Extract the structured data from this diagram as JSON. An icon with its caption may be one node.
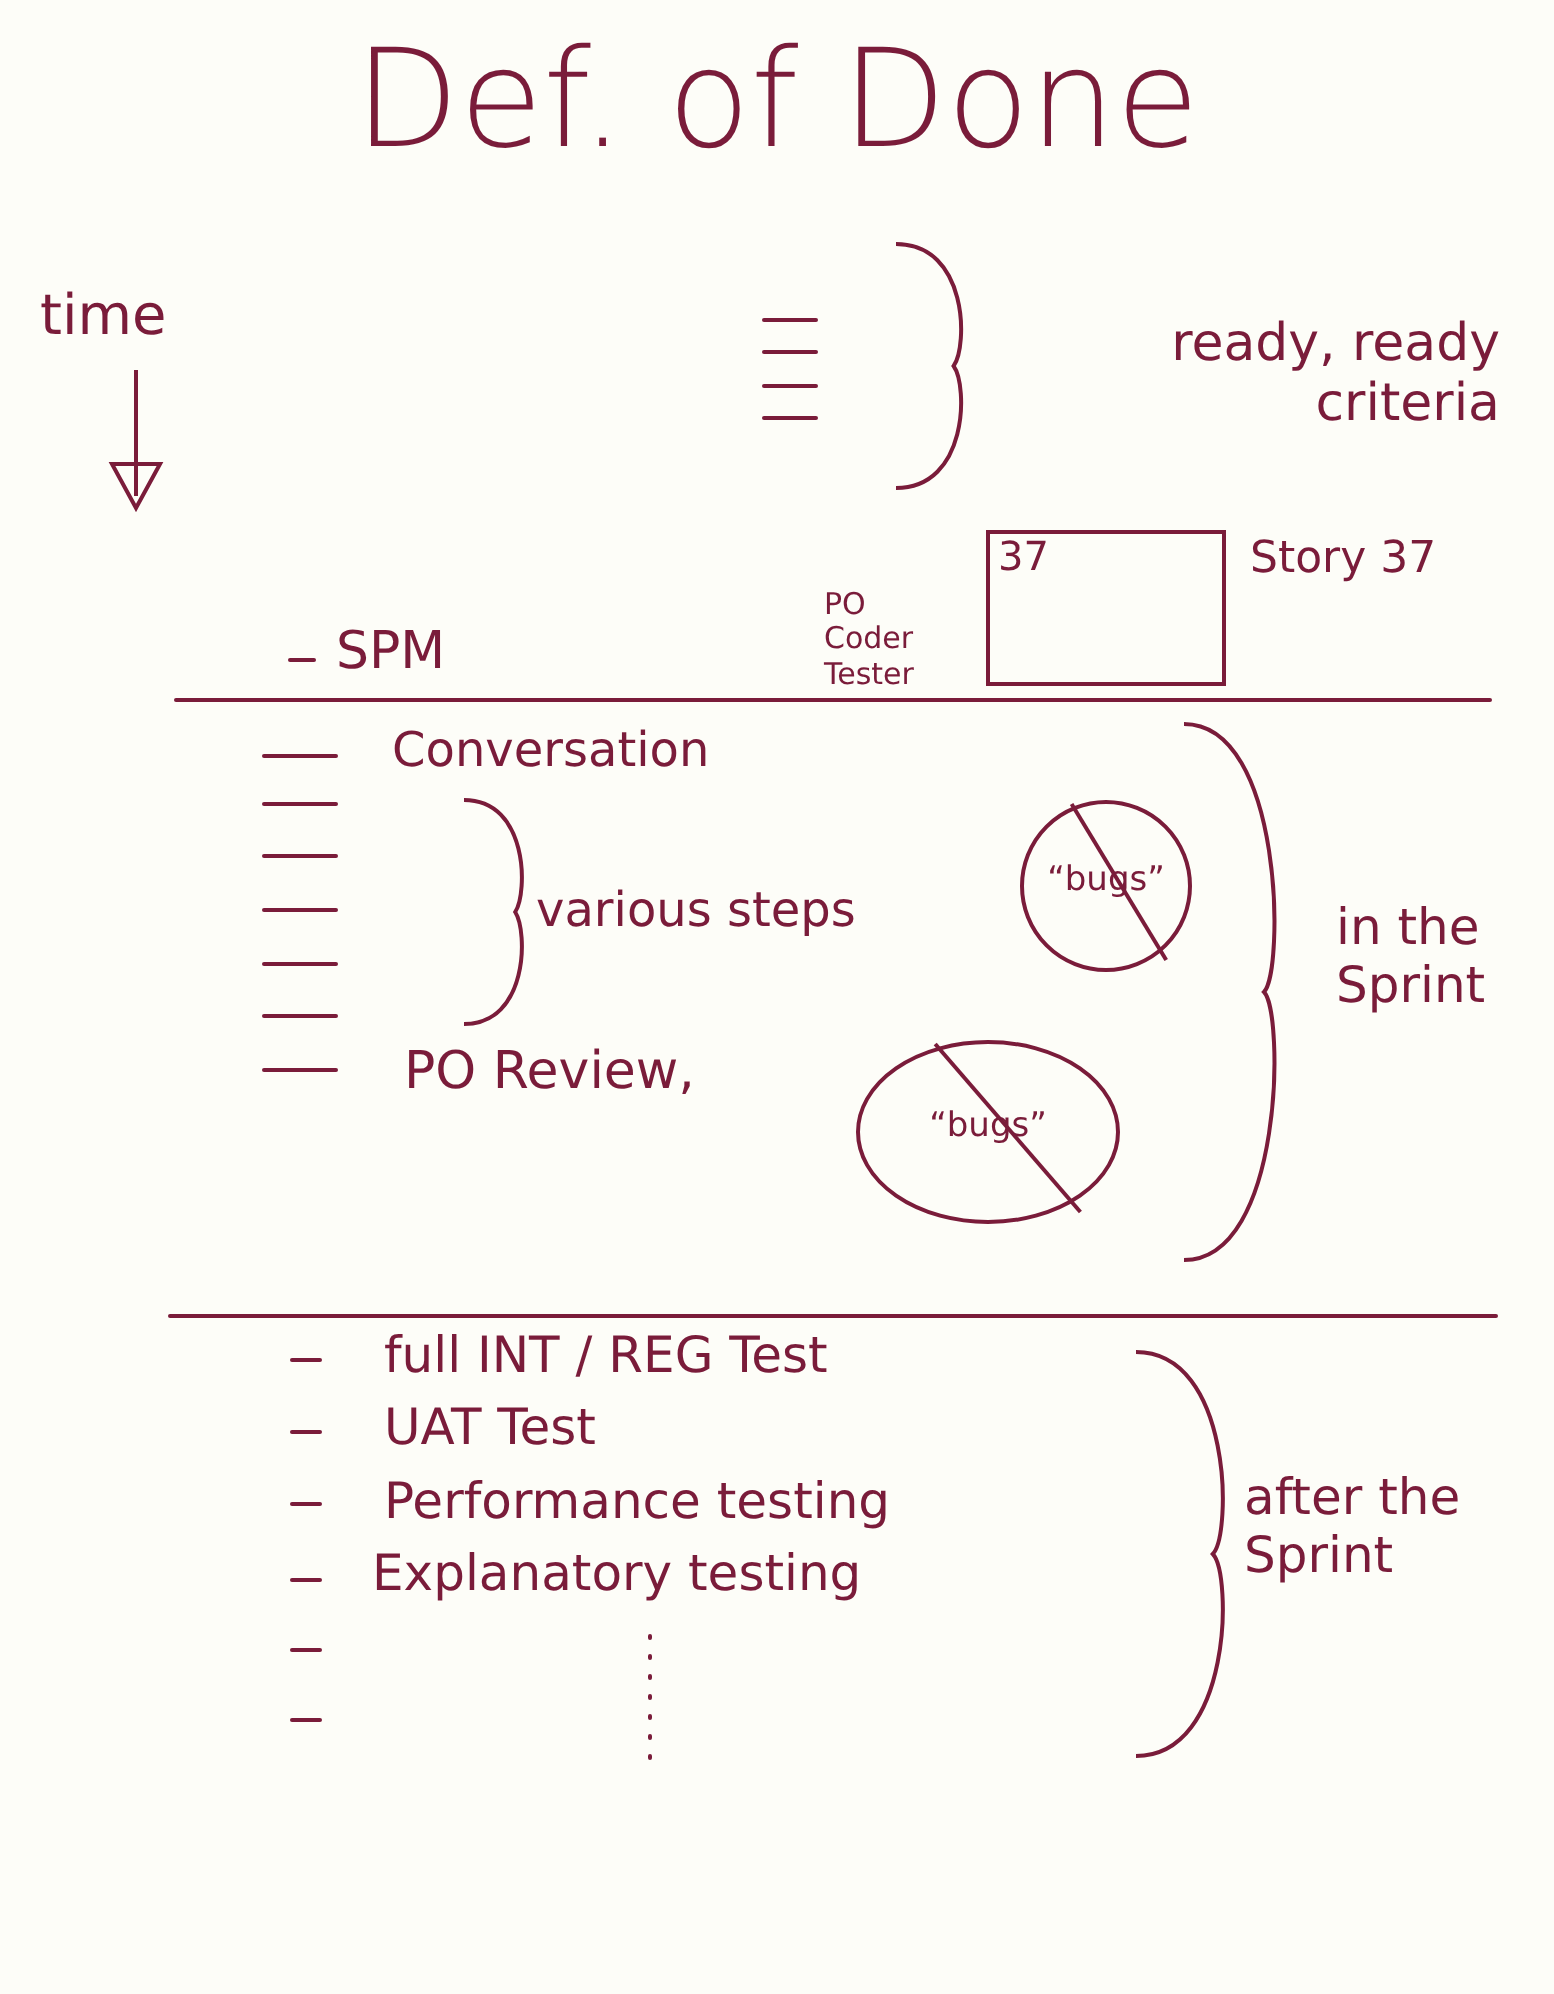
{
  "diagram": {
    "title": "Def. of Done",
    "nodes": [
      {
        "text": [
          "37"
        ],
        "beside": [
          "Story 37"
        ]
      },
      {
        "text": [
          "“bugs”"
        ]
      },
      {
        "text": [
          "“bugs”"
        ]
      }
    ],
    "labels": [
      "time",
      "ready, ready criteria",
      "SPM",
      "Conversation",
      "PO Coder Tester",
      "various steps",
      "PO Review,",
      "in the Sprint",
      "full INT / REG Test",
      "UAT Test",
      "Performance testing",
      "Explanatory testing",
      "after the Sprint"
    ]
  }
}
